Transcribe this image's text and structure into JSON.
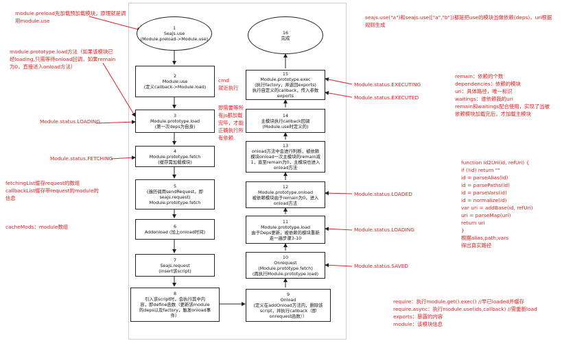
{
  "flow_left": [
    {
      "num": "1",
      "text": "Seajs.use\n(Module.preload->Module.use)"
    },
    {
      "num": "2",
      "text": "Module.use\n(定义callback->Module.load)"
    },
    {
      "num": "3",
      "text": "Module.prototype.load\n(第一次deps为自身)"
    },
    {
      "num": "4",
      "text": "Module.prototype.fetch\n(缓存需加载模块)"
    },
    {
      "num": "5",
      "text": "(遍历调用sendRequest，即\nseajs.request)\nModule.prototype.fetch"
    },
    {
      "num": "6",
      "text": "Addonload (加上onload时间)"
    },
    {
      "num": "7",
      "text": "Seajs.request\n(insert该script)"
    },
    {
      "num": "8",
      "text": "引入该script时，会执行其中内\n容，即define函数（更新该module\n的deps以及factory，触发onload事\n件）"
    }
  ],
  "flow_right": [
    {
      "num": "16",
      "text": "完成"
    },
    {
      "num": "15",
      "text": "Module.prototype.exec\n(执行factory，并返回exports)\n执行自定义的callback，传入参数\nexports"
    },
    {
      "num": "14",
      "text": "主模块执行callback回调\n(Module.use时定义的)"
    },
    {
      "num": "13",
      "text": "onload方法中会进行判断，被依赖\n模块onload一次主模块的remain减\n1，直至remain为0，主模块也进入\nonload方法"
    },
    {
      "num": "12",
      "text": "Module.prototype.onload\n被依赖模块由于remain为0，进入\nonload方法"
    },
    {
      "num": "11",
      "text": "Module.prototype.load\n由于Deps更新，被依赖的模块重新\n走一遍步骤3-10"
    },
    {
      "num": "10",
      "text": "Onrequest\n(Module.prototype.fetch)\n(再执行Module.prototype.load)"
    },
    {
      "num": "9",
      "text": "Onload\n(定义在addOnload方法内，删除该\nscript，并执行callback（即\nonrequest函数））"
    }
  ],
  "notes": {
    "preload": "module.preload先加载预加载模块，原理就是调\n用module.use",
    "proto_load": "module.prototype.load方法（如果该模块已\n经loading,只需等待onload回调，如果remain\n为0，直接进入onload方法）",
    "status_loading_left": "Module.status.LOADING",
    "status_fetching": "Module.status.FETCHING",
    "fetching_list": "fetchingList缓存request的数组\ncallbackList缓存带request的module的\n信息",
    "cachemods": "cacheMods：module数组",
    "cmd": "cmd\n就近执行",
    "defer": "即需要等所\n有js都加载\n完毕，才能\n正确执行所\n有依赖",
    "seajs_use": "seajs.use(\"a\")和seajs.use([\"a\",\"b\"])都是把use的模块当做依赖(deps)，uri根据\n规则生成",
    "status_executing": "Module.status.EXECUTING",
    "status_executed": "Module.status.EXECUTED",
    "remain_desc": "remain：依赖的个数\ndependencies：依赖的模块\nuri：具体路径，唯一标识\nwaitings：谁依赖我的uri\nremain和waitings配合使用，实现了当被\n依赖模块加载完后，才加载主模块",
    "status_loaded": "Module.status.LOADED",
    "status_loading_right": "Module.status.LOADING",
    "status_saved": "Module.status.SAVED",
    "id2uri": "function id2Uri(id, refUri) {\n  if (!id) return \"\"\n  id = parseAlias(id)\n  id = parsePaths(id)\n  id = parseVars(id)\n  id = normalize(id)\n  var uri = addBase(id, refUri)\n  uri = parseMap(uri)\n  return uri\n}\n根据alias,path,vars\n得出真实路径",
    "require_desc": "require：执行module.get().exec()  //早已loaded并缓存\nrequire.async：执行module.use(ids,callback)  //需重新load\nexports：暴露的内容\nmodule：该模块信息"
  },
  "colors": {
    "note": "#e02020",
    "arrow": "#222222",
    "box_border": "#222222"
  }
}
